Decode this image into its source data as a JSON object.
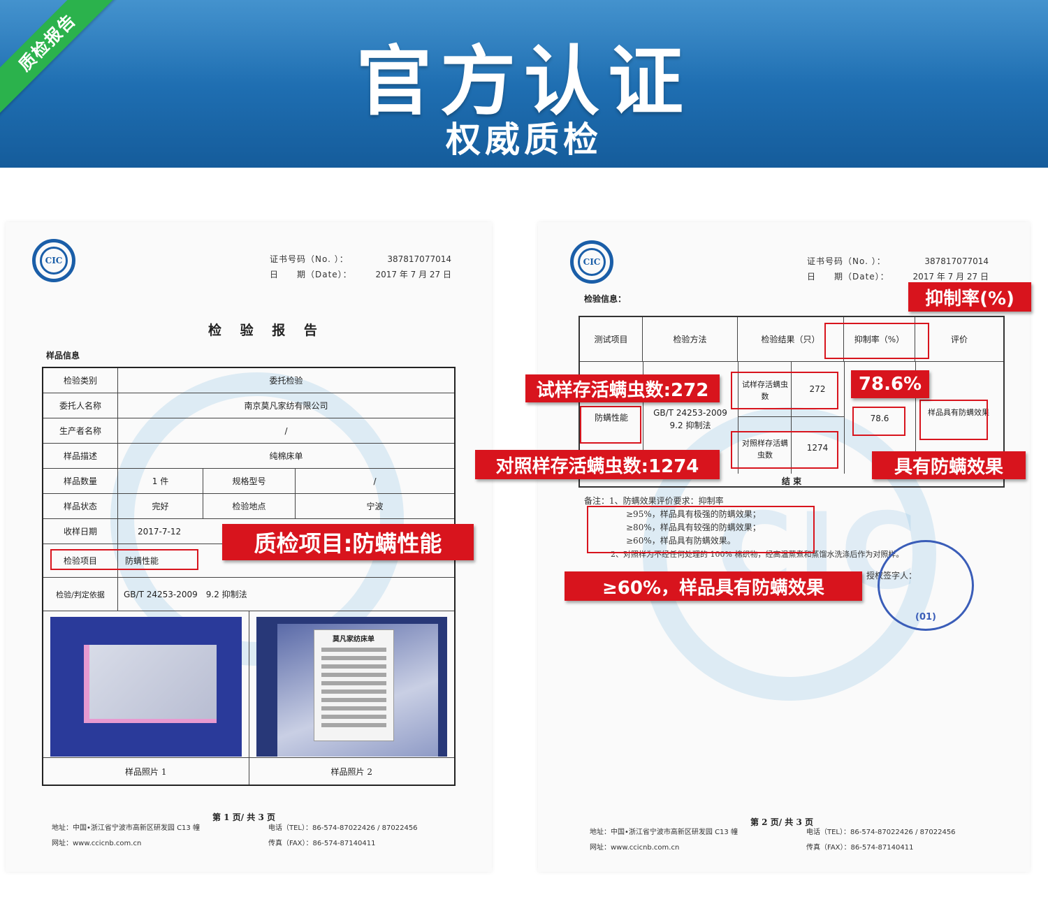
{
  "banner": {
    "title": "官方认证",
    "subtitle": "权威质检",
    "corner_badge": "质检报告"
  },
  "cert_meta": {
    "no_label": "证书号码（No. ）：",
    "no_value": "387817077014",
    "date_label": "日　　期（Date）：",
    "date_value": "2017 年 7 月 27 日"
  },
  "logo_text": "CIC",
  "page1": {
    "title": "检 验 报 告",
    "section": "样品信息",
    "rows": [
      {
        "label": "检验类别",
        "value": "委托检验"
      },
      {
        "label": "委托人名称",
        "value": "南京莫凡家纺有限公司"
      },
      {
        "label": "生产者名称",
        "value": "/"
      },
      {
        "label": "样品描述",
        "value": "纯棉床单"
      }
    ],
    "qty_label": "样品数量",
    "qty_value": "1 件",
    "model_label": "规格型号",
    "model_value": "/",
    "status_label": "样品状态",
    "status_value": "完好",
    "place_label": "检验地点",
    "place_value": "宁波",
    "recv_label": "收样日期",
    "recv_value": "2017-7-12",
    "item_label": "检验项目",
    "item_value": "防螨性能",
    "basis_label": "检验/判定依据",
    "basis_value": "GB/T 24253-2009　9.2 抑制法",
    "photo_tag_title": "莫凡家纺床单",
    "photo1_caption": "样品照片 1",
    "photo2_caption": "样品照片 2",
    "page_number": "第 1 页/ 共 3 页"
  },
  "footer": {
    "address": "地址：中国•浙江省宁波市高新区研发园 C13 幢",
    "website": "网址：www.ccicnb.com.cn",
    "tel": "电话（TEL）：86-574-87022426 / 87022456",
    "fax": "传真（FAX）：86-574-87140411"
  },
  "page2": {
    "section": "检验信息：",
    "headers": [
      "测试项目",
      "检验方法",
      "检验结果（只）",
      "抑制率（%）",
      "评价"
    ],
    "test_item": "防螨性能",
    "method_line1": "GB/T 24253-2009",
    "method_line2": "9.2 抑制法",
    "sample_label": "试样存活螨虫数",
    "sample_value": "272",
    "control_label": "对照样存活螨虫数",
    "control_value": "1274",
    "rate_value": "78.6",
    "evaluation": "样品具有防螨效果",
    "conclusion": "结 束",
    "notes": [
      "备注：1、防螨效果评价要求：抑制率",
      "≥95%，样品具有极强的防螨效果；",
      "≥80%，样品具有较强的防螨效果；",
      "≥60%，样品具有防螨效果。",
      "2、对照样为不经任何处理的 100% 棉织物，经高温蒸煮和蒸馏水洗涤后作为对照样。"
    ],
    "signer_label": "授权签字人：",
    "stamp_text": "(01)",
    "page_number": "第 2 页/ 共 3 页"
  },
  "callouts": {
    "item": "质检项目:防螨性能",
    "rate": "抑制率(%)",
    "sample": "试样存活螨虫数:272",
    "rate_value": "78.6%",
    "control": "对照样存活螨虫数:1274",
    "effect": "具有防螨效果",
    "threshold": "≥60%，样品具有防螨效果"
  },
  "colors": {
    "banner_blue": "#1e6db0",
    "callout_red": "#d8141d",
    "ribbon_green": "#2bb24c"
  }
}
